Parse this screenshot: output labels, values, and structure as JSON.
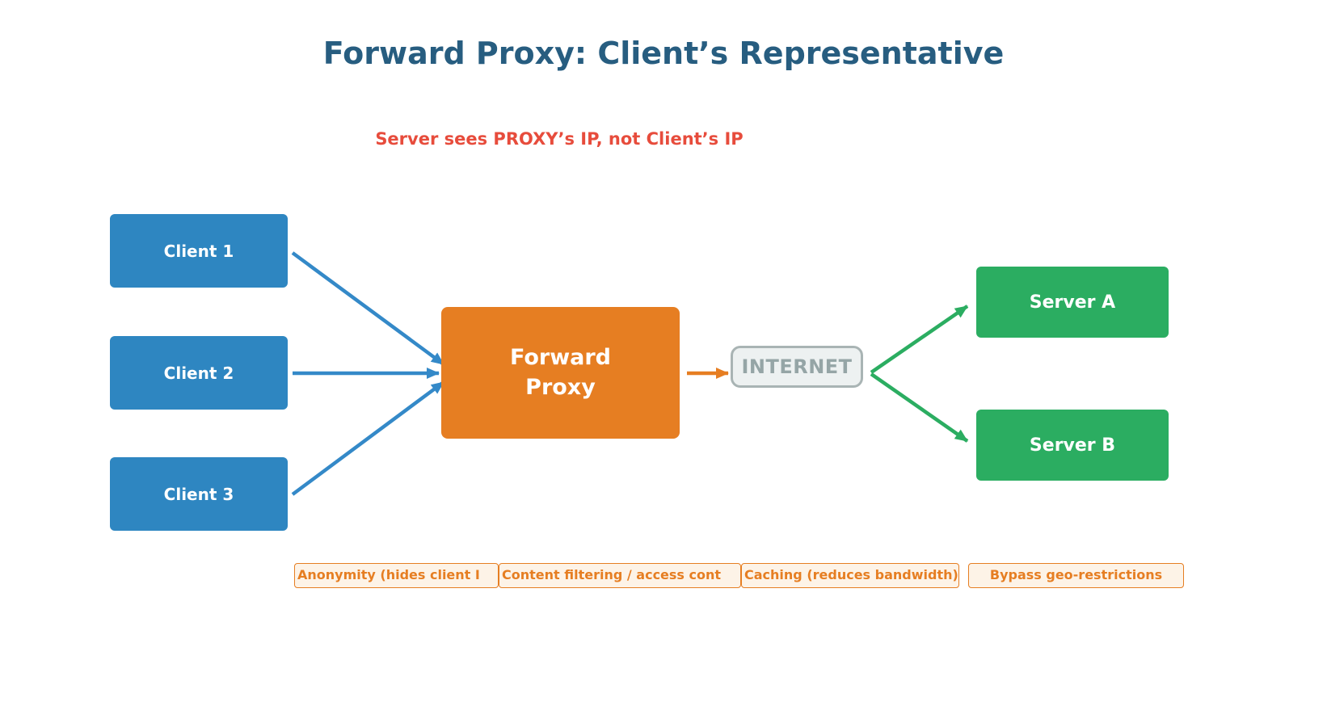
{
  "title": {
    "text": "Forward Proxy: Client’s Representative"
  },
  "subtitle": {
    "text": "Server sees PROXY’s IP, not Client’s IP"
  },
  "nodes": {
    "clients": [
      {
        "label": "Client 1"
      },
      {
        "label": "Client 2"
      },
      {
        "label": "Client 3"
      }
    ],
    "proxy": {
      "label": "Forward\nProxy"
    },
    "internet": {
      "label": "INTERNET"
    },
    "servers": [
      {
        "label": "Server A"
      },
      {
        "label": "Server B"
      }
    ]
  },
  "benefits": [
    {
      "label": "Anonymity (hides client I"
    },
    {
      "label": "Content filtering / access cont"
    },
    {
      "label": "Caching (reduces bandwidth)"
    },
    {
      "label": "Bypass geo-restrictions"
    }
  ],
  "colors": {
    "title_color": "#275d80",
    "subtitle_color": "#e74c3c",
    "client_fill": "#2e86c1",
    "arrow_blue": "#3489c8",
    "proxy_fill": "#e67e22",
    "internet_fill": "#edf1f1",
    "internet_border": "#a9b4b4",
    "internet_text": "#95a5a6",
    "server_fill": "#2bad61",
    "benefit_accent": "#e67e22",
    "benefit_fill": "#fdf3e7"
  }
}
